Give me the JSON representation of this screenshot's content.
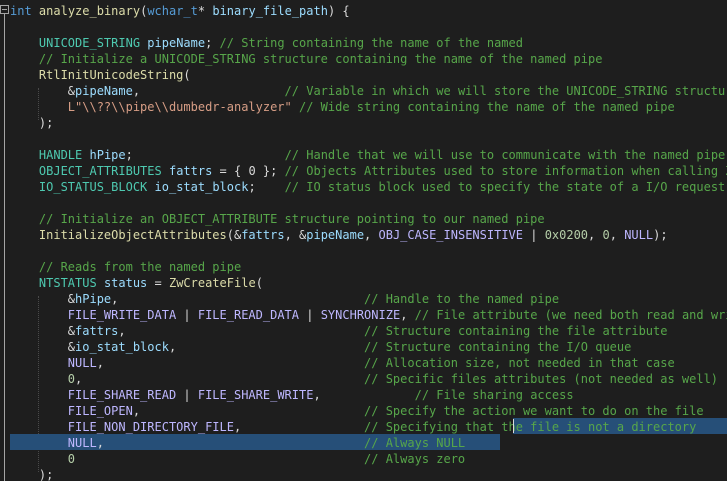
{
  "editor": {
    "language": "cpp",
    "colors": {
      "background": "#1e1e1e",
      "keyword": "#569cd6",
      "type": "#4ec9b0",
      "function": "#dcdcaa",
      "variable": "#9cdcfe",
      "macro": "#beb7ff",
      "number": "#b5cea8",
      "string": "#d69d85",
      "comment": "#57a64a",
      "plain": "#dadada",
      "selection": "#264f78"
    },
    "lines": [
      [
        [
          "kw",
          "int"
        ],
        [
          "pl",
          " "
        ],
        [
          "fn",
          "analyze_binary"
        ],
        [
          "pl",
          "("
        ],
        [
          "kw",
          "wchar_t"
        ],
        [
          "pl",
          "* "
        ],
        [
          "var",
          "binary_file_path"
        ],
        [
          "pl",
          ") {"
        ]
      ],
      [],
      [
        [
          "pl",
          "    "
        ],
        [
          "ty",
          "UNICODE_STRING"
        ],
        [
          "pl",
          " "
        ],
        [
          "var",
          "pipeName"
        ],
        [
          "pl",
          "; "
        ],
        [
          "cm",
          "// String containing the name of the named"
        ]
      ],
      [
        [
          "pl",
          "    "
        ],
        [
          "cm",
          "// Initialize a UNICODE_STRING structure containing the name of the named pipe"
        ]
      ],
      [
        [
          "pl",
          "    "
        ],
        [
          "fn",
          "RtlInitUnicodeString"
        ],
        [
          "pl",
          "("
        ]
      ],
      [
        [
          "pl",
          "        &"
        ],
        [
          "var",
          "pipeName"
        ],
        [
          "pl",
          ",                    "
        ],
        [
          "cm",
          "// Variable in which we will store the UNICODE_STRING structure"
        ]
      ],
      [
        [
          "pl",
          "        "
        ],
        [
          "str",
          "L\"\\\\??\\\\pipe\\\\dumbedr-analyzer\""
        ],
        [
          "pl",
          " "
        ],
        [
          "cm",
          "// Wide string containing the name of the named pipe"
        ]
      ],
      [
        [
          "pl",
          "    );"
        ]
      ],
      [],
      [
        [
          "pl",
          "    "
        ],
        [
          "ty",
          "HANDLE"
        ],
        [
          "pl",
          " "
        ],
        [
          "var",
          "hPipe"
        ],
        [
          "pl",
          ";                     "
        ],
        [
          "cm",
          "// Handle that we will use to communicate with the named pipe"
        ]
      ],
      [
        [
          "pl",
          "    "
        ],
        [
          "ty",
          "OBJECT_ATTRIBUTES"
        ],
        [
          "pl",
          " "
        ],
        [
          "var",
          "fattrs"
        ],
        [
          "pl",
          " = { 0 }; "
        ],
        [
          "cm",
          "// Objects Attributes used to store information when calling ZwCreateFile"
        ]
      ],
      [
        [
          "pl",
          "    "
        ],
        [
          "ty",
          "IO_STATUS_BLOCK"
        ],
        [
          "pl",
          " "
        ],
        [
          "var",
          "io_stat_block"
        ],
        [
          "pl",
          ";    "
        ],
        [
          "cm",
          "// IO status block used to specify the state of a I/O request"
        ]
      ],
      [],
      [
        [
          "pl",
          "    "
        ],
        [
          "cm",
          "// Initialize an OBJECT_ATTRIBUTE structure pointing to our named pipe"
        ]
      ],
      [
        [
          "pl",
          "    "
        ],
        [
          "fn",
          "InitializeObjectAttributes"
        ],
        [
          "pl",
          "(&"
        ],
        [
          "var",
          "fattrs"
        ],
        [
          "pl",
          ", &"
        ],
        [
          "var",
          "pipeName"
        ],
        [
          "pl",
          ", "
        ],
        [
          "mac",
          "OBJ_CASE_INSENSITIVE"
        ],
        [
          "pl",
          " | "
        ],
        [
          "num",
          "0x0200"
        ],
        [
          "pl",
          ", "
        ],
        [
          "num",
          "0"
        ],
        [
          "pl",
          ", "
        ],
        [
          "mac",
          "NULL"
        ],
        [
          "pl",
          ");"
        ]
      ],
      [],
      [
        [
          "pl",
          "    "
        ],
        [
          "cm",
          "// Reads from the named pipe"
        ]
      ],
      [
        [
          "pl",
          "    "
        ],
        [
          "ty",
          "NTSTATUS"
        ],
        [
          "pl",
          " "
        ],
        [
          "var",
          "status"
        ],
        [
          "pl",
          " = "
        ],
        [
          "fn",
          "ZwCreateFile"
        ],
        [
          "pl",
          "("
        ]
      ],
      [
        [
          "pl",
          "        &"
        ],
        [
          "var",
          "hPipe"
        ],
        [
          "pl",
          ",                                  "
        ],
        [
          "cm",
          "// Handle to the named pipe"
        ]
      ],
      [
        [
          "pl",
          "        "
        ],
        [
          "mac",
          "FILE_WRITE_DATA"
        ],
        [
          "pl",
          " | "
        ],
        [
          "mac",
          "FILE_READ_DATA"
        ],
        [
          "pl",
          " | "
        ],
        [
          "mac",
          "SYNCHRONIZE"
        ],
        [
          "pl",
          ", "
        ],
        [
          "cm",
          "// File attribute (we need both read and write)"
        ]
      ],
      [
        [
          "pl",
          "        &"
        ],
        [
          "var",
          "fattrs"
        ],
        [
          "pl",
          ",                                 "
        ],
        [
          "cm",
          "// Structure containing the file attribute"
        ]
      ],
      [
        [
          "pl",
          "        &"
        ],
        [
          "var",
          "io_stat_block"
        ],
        [
          "pl",
          ",                          "
        ],
        [
          "cm",
          "// Structure containing the I/O queue"
        ]
      ],
      [
        [
          "pl",
          "        "
        ],
        [
          "mac",
          "NULL"
        ],
        [
          "pl",
          ",                                    "
        ],
        [
          "cm",
          "// Allocation size, not needed in that case"
        ]
      ],
      [
        [
          "pl",
          "        "
        ],
        [
          "num",
          "0"
        ],
        [
          "pl",
          ",                                       "
        ],
        [
          "cm",
          "// Specific files attributes (not needed as well)"
        ]
      ],
      [
        [
          "pl",
          "        "
        ],
        [
          "mac",
          "FILE_SHARE_READ"
        ],
        [
          "pl",
          " | "
        ],
        [
          "mac",
          "FILE_SHARE_WRITE"
        ],
        [
          "pl",
          ",             "
        ],
        [
          "cm",
          "// File sharing access"
        ]
      ],
      [
        [
          "pl",
          "        "
        ],
        [
          "mac",
          "FILE_OPEN"
        ],
        [
          "pl",
          ",                               "
        ],
        [
          "cm",
          "// Specify the action we want to do on the file"
        ]
      ],
      [
        [
          "pl",
          "        "
        ],
        [
          "mac",
          "FILE_NON_DIRECTORY_FILE"
        ],
        [
          "pl",
          ",                 "
        ],
        [
          "cm",
          "// Specifying that the file is not a directory"
        ]
      ],
      [
        [
          "pl",
          "        "
        ],
        [
          "mac",
          "NULL"
        ],
        [
          "pl",
          ",                                    "
        ],
        [
          "cm",
          "// Always NULL"
        ]
      ],
      [
        [
          "pl",
          "        "
        ],
        [
          "num",
          "0"
        ],
        [
          "pl",
          "                                        "
        ],
        [
          "cm",
          "// Always zero"
        ]
      ],
      [
        [
          "pl",
          "    );"
        ]
      ]
    ]
  }
}
